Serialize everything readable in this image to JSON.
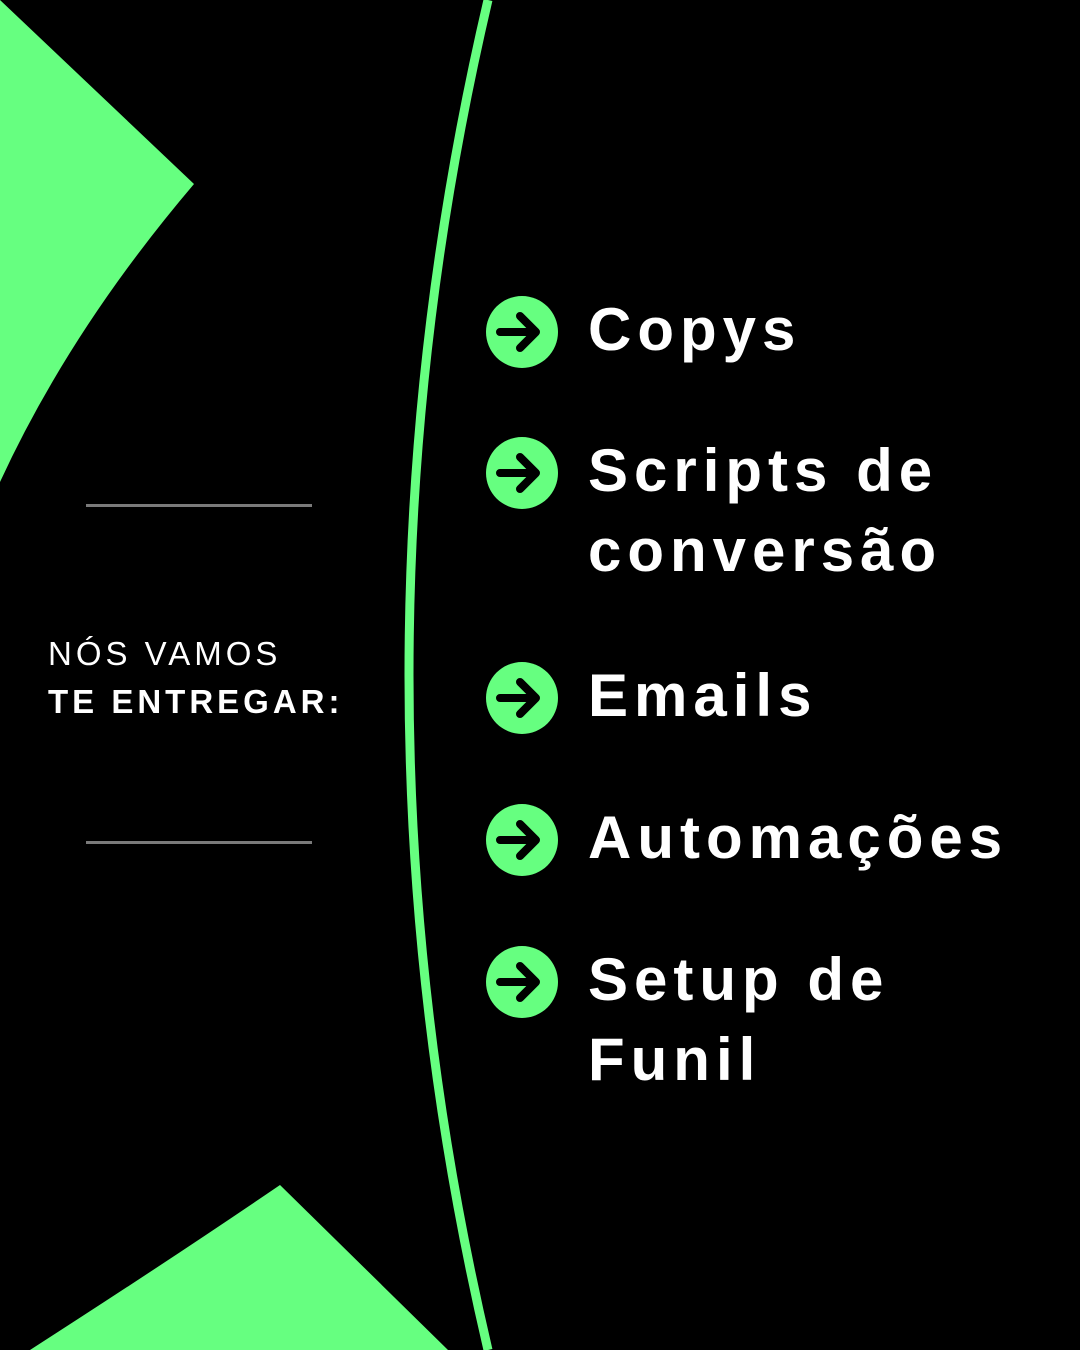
{
  "colors": {
    "background": "#000000",
    "accent": "#66FF80",
    "text": "#FFFFFF",
    "divider": "#7A7A7A"
  },
  "intro": {
    "line1": "NÓS VAMOS",
    "line2": "TE ENTREGAR:"
  },
  "items": [
    {
      "line1": "Copys",
      "line2": "",
      "icon": "arrow-right-circle-icon"
    },
    {
      "line1": "Scripts de",
      "line2": "conversão",
      "icon": "arrow-right-circle-icon"
    },
    {
      "line1": "Emails",
      "line2": "",
      "icon": "arrow-right-circle-icon"
    },
    {
      "line1": "Automações",
      "line2": "",
      "icon": "arrow-right-circle-icon"
    },
    {
      "line1": "Setup de",
      "line2": "Funil",
      "icon": "arrow-right-circle-icon"
    }
  ]
}
